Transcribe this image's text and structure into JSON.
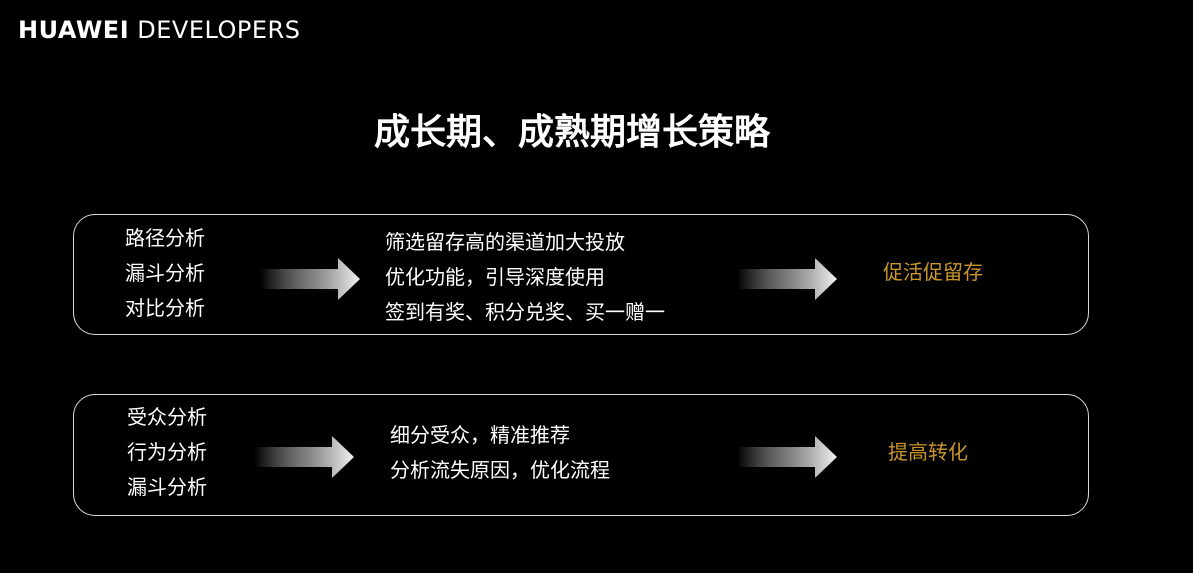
{
  "brand": {
    "bold": "HUAWEI",
    "light": "DEVELOPERS"
  },
  "title": "成长期、成熟期增长策略",
  "colors": {
    "background": "#000000",
    "accent": "#c9962b",
    "border": "#d9d9d9",
    "text": "#ffffff"
  },
  "panels": [
    {
      "methods": [
        "路径分析",
        "漏斗分析",
        "对比分析"
      ],
      "actions": [
        "筛选留存高的渠道加大投放",
        "优化功能，引导深度使用",
        "签到有奖、积分兑奖、买一赠一"
      ],
      "result": "促活促留存",
      "icons": [
        "gradient-arrow-icon",
        "gradient-arrow-icon"
      ]
    },
    {
      "methods": [
        "受众分析",
        "行为分析",
        "漏斗分析"
      ],
      "actions": [
        "细分受众，精准推荐",
        "分析流失原因，优化流程"
      ],
      "result": "提高转化",
      "icons": [
        "gradient-arrow-icon",
        "gradient-arrow-icon"
      ]
    }
  ]
}
